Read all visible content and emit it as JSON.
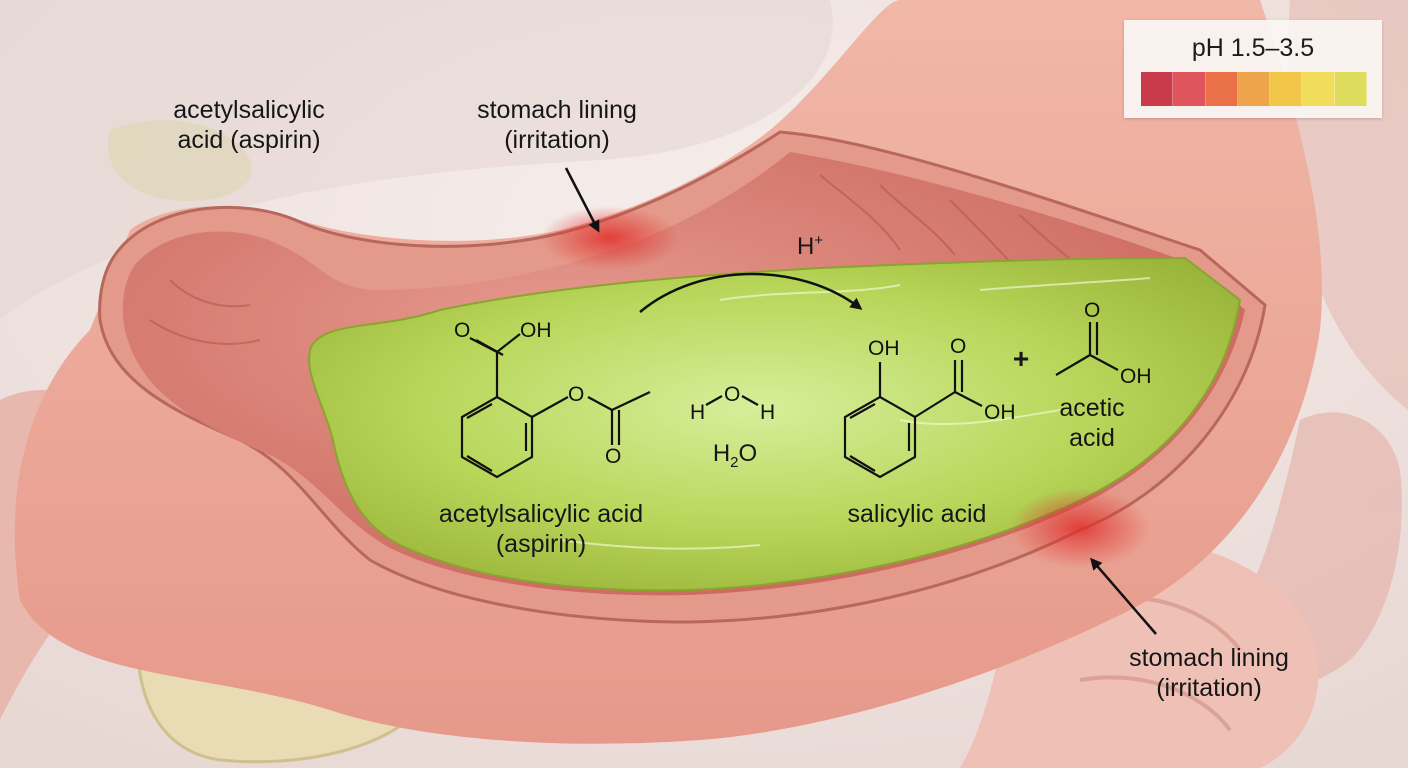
{
  "labels": {
    "aspirin_top": [
      "acetylsalicylic",
      "acid (aspirin)"
    ],
    "lining_top": [
      "stomach lining",
      "(irritation)"
    ],
    "lining_bottom": [
      "stomach lining",
      "(irritation)"
    ],
    "aspirin_molecule": [
      "acetylsalicylic acid",
      "(aspirin)"
    ],
    "water": "H2O",
    "salicylic": "salicylic acid",
    "acetic": [
      "acetic",
      "acid"
    ],
    "catalyst": "H+",
    "plus": "+"
  },
  "atoms": {
    "o": "O",
    "oh": "OH",
    "h": "H"
  },
  "ph_legend": {
    "title": "pH 1.5–3.5",
    "colors": [
      "#c93a4a",
      "#e0545c",
      "#ea7048",
      "#eea44a",
      "#f2c648",
      "#f1dc5c",
      "#dedc5c"
    ]
  }
}
